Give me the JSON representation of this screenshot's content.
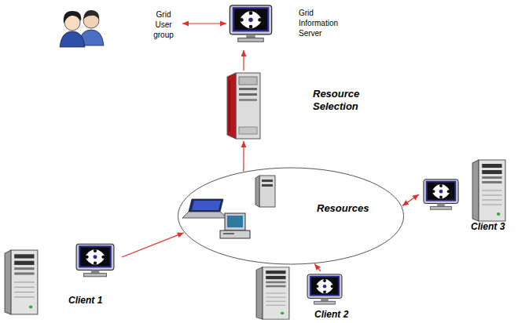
{
  "diagram": {
    "nodes": [
      {
        "text": [
          "Grid User group"
        ]
      },
      {
        "text": [
          "Grid Information Server"
        ]
      },
      {
        "text": [
          "Resource Selection"
        ]
      },
      {
        "text": [
          "Resources"
        ]
      },
      {
        "text": [
          "Client 1"
        ]
      },
      {
        "text": [
          "Client 2"
        ]
      },
      {
        "text": [
          "Client 3"
        ]
      }
    ],
    "edges": [
      {
        "from": 0,
        "to": 1,
        "arrow": "both"
      },
      {
        "from": 2,
        "to": 1,
        "arrow": "to"
      },
      {
        "from": 3,
        "to": 2,
        "arrow": "to"
      },
      {
        "from": 4,
        "to": 3,
        "arrow": "to"
      },
      {
        "from": 6,
        "to": 3,
        "arrow": "both"
      },
      {
        "from": 5,
        "to": 3,
        "arrow": "to"
      }
    ]
  }
}
